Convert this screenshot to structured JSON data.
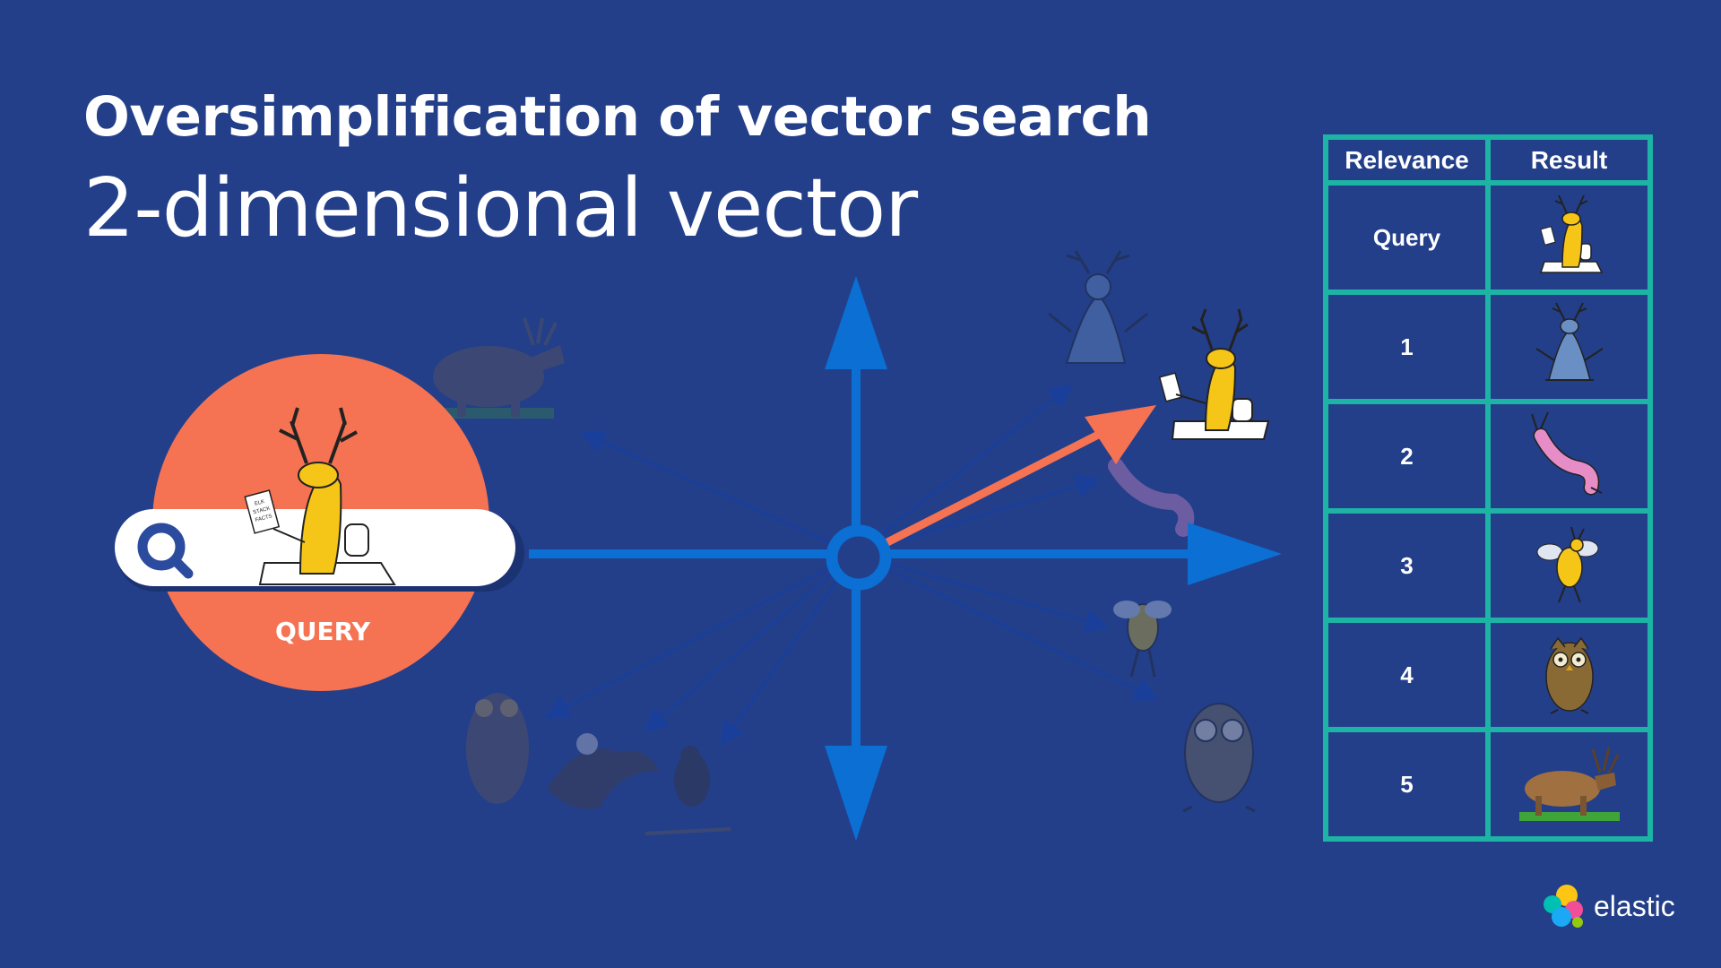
{
  "slide": {
    "title": "Oversimplification of vector search",
    "subtitle": "2-dimensional vector"
  },
  "query_circle": {
    "label": "QUERY",
    "sign_text": [
      "ELK",
      "STACK",
      "FACTS"
    ]
  },
  "results_table": {
    "headers": [
      "Relevance",
      "Result"
    ],
    "rows": [
      {
        "relevance": "Query",
        "result_icon": "reading-elk-icon"
      },
      {
        "relevance": "1",
        "result_icon": "meditating-elk-icon"
      },
      {
        "relevance": "2",
        "result_icon": "pink-elk-icon"
      },
      {
        "relevance": "3",
        "result_icon": "winged-elk-icon"
      },
      {
        "relevance": "4",
        "result_icon": "owl-cartoon-icon"
      },
      {
        "relevance": "5",
        "result_icon": "elk-photo-icon"
      }
    ]
  },
  "logo": {
    "text": "elastic"
  },
  "colors": {
    "background": "#233f8a",
    "axis": "#0b6fd4",
    "query_vector": "#f57352",
    "table_border": "#1db3a5",
    "query_circle": "#f57352"
  }
}
